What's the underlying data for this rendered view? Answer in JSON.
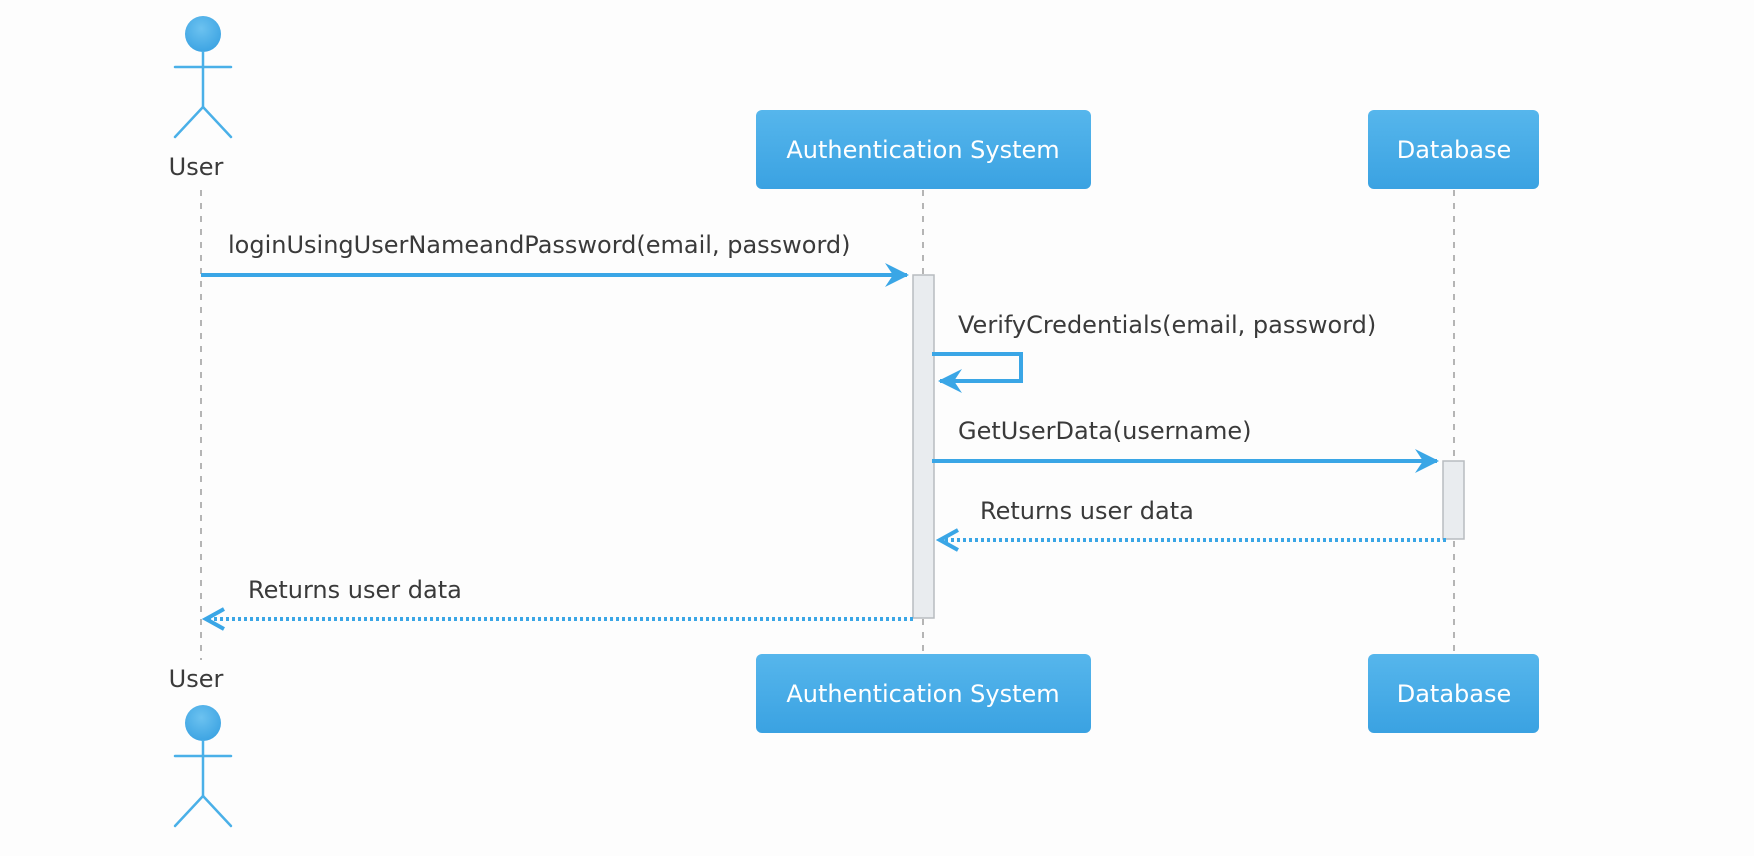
{
  "participants": {
    "user": {
      "label": "User",
      "icon": "actor-stick-figure-icon"
    },
    "auth": {
      "label": "Authentication System"
    },
    "db": {
      "label": "Database"
    }
  },
  "messages": [
    {
      "from": "User",
      "to": "Authentication System",
      "label": "loginUsingUserNameandPassword(email, password)",
      "kind": "sync"
    },
    {
      "from": "Authentication System",
      "to": "Authentication System",
      "label": "VerifyCredentials(email, password)",
      "kind": "self"
    },
    {
      "from": "Authentication System",
      "to": "Database",
      "label": "GetUserData(username)",
      "kind": "sync"
    },
    {
      "from": "Database",
      "to": "Authentication System",
      "label": "Returns user data",
      "kind": "return"
    },
    {
      "from": "Authentication System",
      "to": "User",
      "label": "Returns user data",
      "kind": "return"
    }
  ],
  "colors": {
    "accent": "#3aa6e6",
    "box_top": "#56b6ec",
    "box_bottom": "#3aa2e2",
    "lifeline": "#b5b5b5",
    "activation": "#e9ecef",
    "text": "#3a3a3a"
  }
}
